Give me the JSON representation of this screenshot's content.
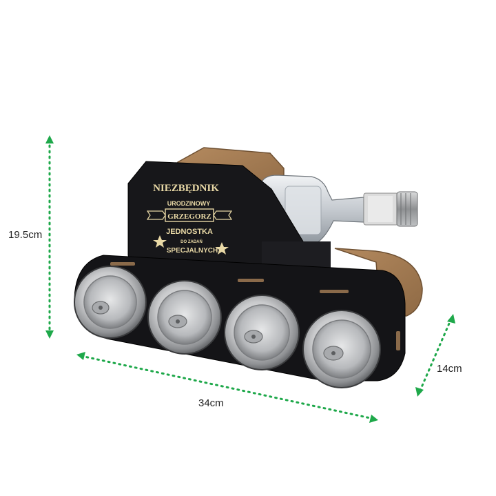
{
  "dimensions": {
    "height": "19.5cm",
    "width": "34cm",
    "depth": "14cm",
    "arrow_color": "#1ea84a"
  },
  "engraving": {
    "title": "NIEZBĘDNIK",
    "line2": "URODZINOWY",
    "name": "GRZEGORZ",
    "line4": "JEDNOSTKA",
    "line5": "DO ZADAŃ",
    "line6": "SPECJALNYCH"
  },
  "product": {
    "body_color": "#17171a",
    "wood_color": "#a27a52",
    "engraving_color": "#e9d9a6",
    "can_count": 4
  }
}
